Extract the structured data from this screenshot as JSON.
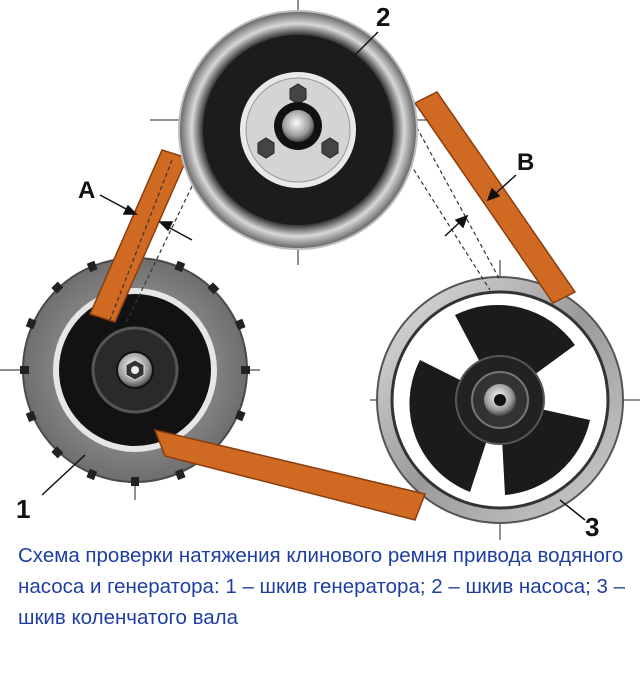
{
  "labels": {
    "pulley1": "1",
    "pulley2": "2",
    "pulley3": "3",
    "a": "A",
    "b": "B"
  },
  "caption": "Схема проверки натяжения клинового ремня привода водяного насоса и генератора: 1 – шкив генератора; 2 – шкив насоса; 3 – шкив коленчатого вала",
  "colors": {
    "belt": "#d06a23",
    "belt_edge": "#8a3d0f",
    "caption": "#1f3fa0",
    "pulley_dark": "#1a1a1a",
    "pulley_gray": "#8c8c8c"
  }
}
